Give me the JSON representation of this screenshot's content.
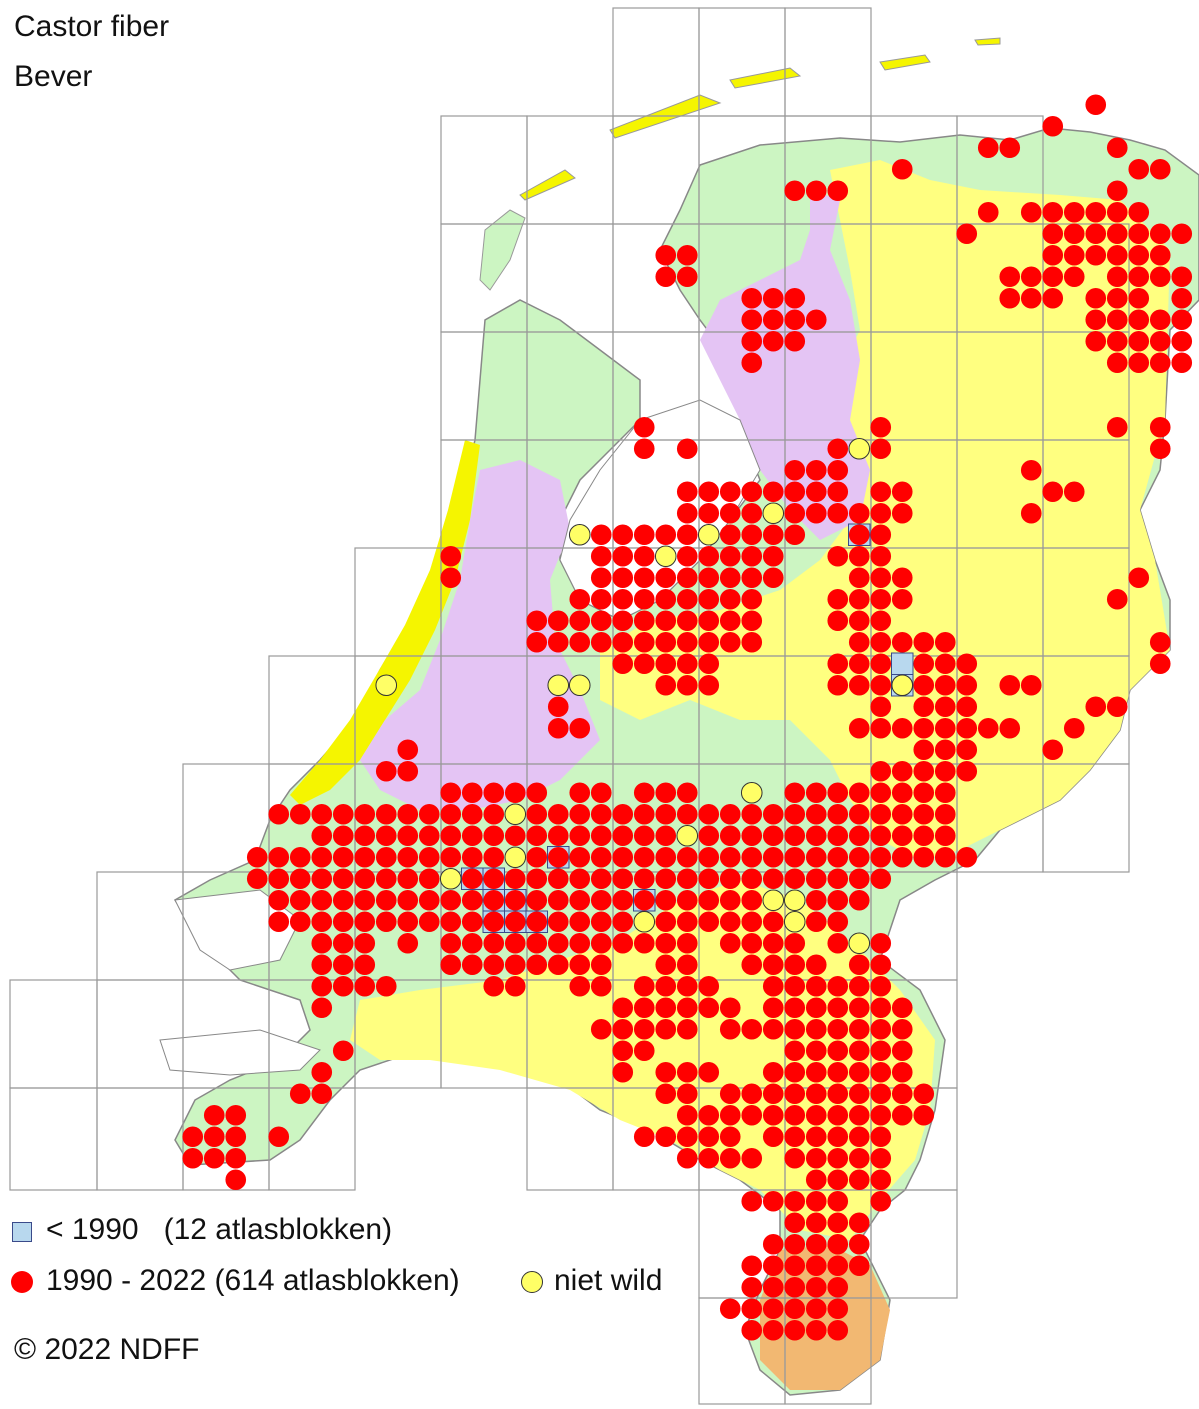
{
  "title": {
    "latin": "Castor fiber",
    "dutch": "Bever"
  },
  "legend": {
    "pre_1990": "< 1990   (12 atlasblokken)",
    "recent": "1990 - 2022 (614 atlasblokken)",
    "not_wild": "niet wild"
  },
  "copyright": "© 2022 NDFF",
  "colors": {
    "recent_dot": "#ff0000",
    "not_wild_dot": "#ffff66",
    "pre_1990_square": "#b8d8ee",
    "zone_green": "#ccf5c2",
    "zone_yellow": "#ffff80",
    "zone_purple": "#e4c4f4",
    "zone_orange": "#f2b872",
    "dunes": "#f5f500",
    "grid": "#999999"
  }
}
